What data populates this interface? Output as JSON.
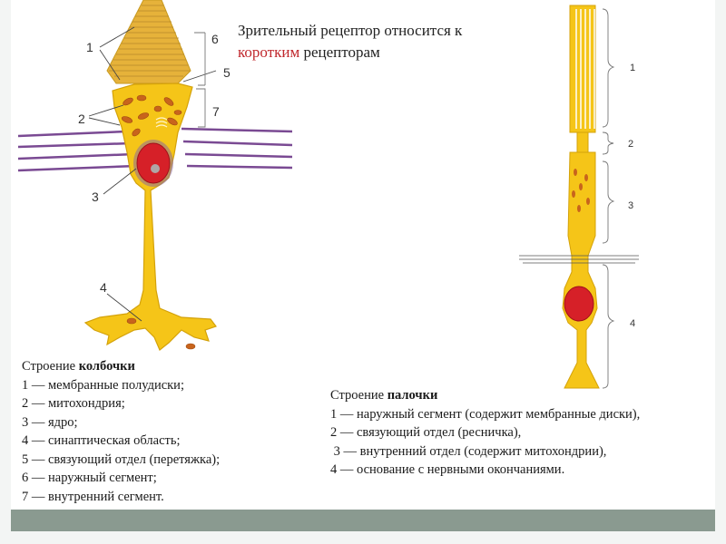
{
  "heading": {
    "prefix": "Зрительный рецептор относится к",
    "accent": "коротким",
    "suffix": " рецепторам",
    "accent_color": "#c0282d"
  },
  "cone_diagram": {
    "labels": [
      "1",
      "2",
      "3",
      "4",
      "5",
      "6",
      "7"
    ]
  },
  "rod_diagram": {
    "labels": [
      "1",
      "2",
      "3",
      "4"
    ]
  },
  "cone_caption": {
    "title_prefix": "Строение ",
    "title_bold": "колбочки",
    "items": [
      "1 — мембранные полудиски;",
      "2 — митохондрия;",
      "3 — ядро;",
      "4 — синаптическая область;",
      "5 — связующий отдел (перетяжка);",
      "6 — наружный сегмент;",
      "7 — внутренний сегмент."
    ]
  },
  "rod_caption": {
    "title_prefix": "Строение ",
    "title_bold": "палочки",
    "items": [
      "1 — наружный сегмент (содержит мембранные диски),",
      "2 — связующий отдел (ресничка),",
      " 3 — внутренний отдел (содержит митохондрии),",
      "4 — основание с нервными окончаниями."
    ]
  },
  "colors": {
    "cell_fill": "#f5c518",
    "cell_stroke": "#d4a20a",
    "nucleus": "#d62028",
    "nucleolus": "#b0a6a6",
    "mitochondria": "#c8641c",
    "fiber": "#7a4a93",
    "footer_bar": "#8a9a90"
  }
}
